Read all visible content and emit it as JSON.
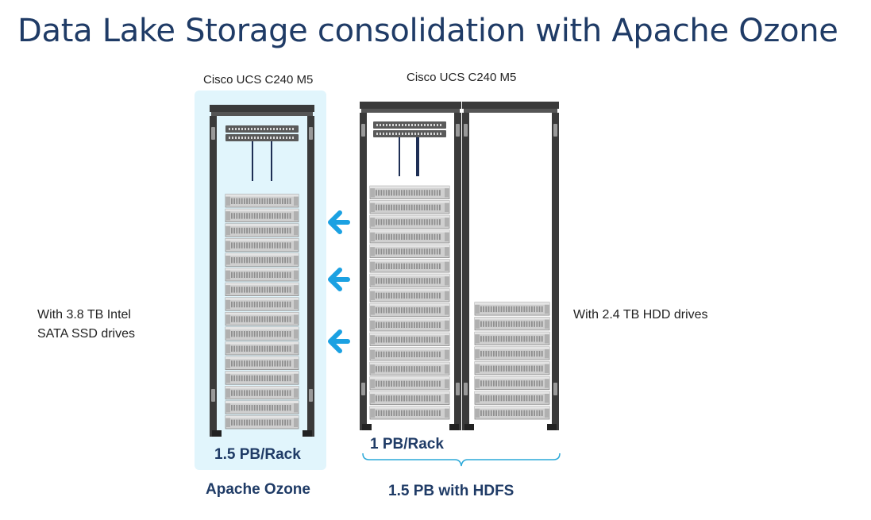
{
  "title": "Data Lake Storage consolidation with Apache Ozone",
  "racks": [
    {
      "header": "Cisco UCS C240 M5",
      "capacity": "1.5 PB/Rack",
      "footer": "Apache Ozone"
    },
    {
      "header": "Cisco UCS C240 M5",
      "capacity": "1 PB/Rack",
      "footer": "1.5 PB with HDFS"
    }
  ],
  "left_note": {
    "line1": "With 3.8 TB Intel",
    "line2": "SATA SSD drives"
  },
  "right_note": "With 2.4 TB HDD drives",
  "colors": {
    "title": "#1f3b66",
    "highlight": "#e1f5fc",
    "arrow": "#1ba1e2",
    "bracket": "#2aa8d8",
    "rack_frame": "#3a3a3a"
  },
  "rack_units": {
    "ozone_rack": 16,
    "hdfs_rack_a": 16,
    "hdfs_rack_b": 8
  },
  "icons": [
    "arrow-left-icon",
    "server-unit-icon",
    "network-switch-icon"
  ]
}
